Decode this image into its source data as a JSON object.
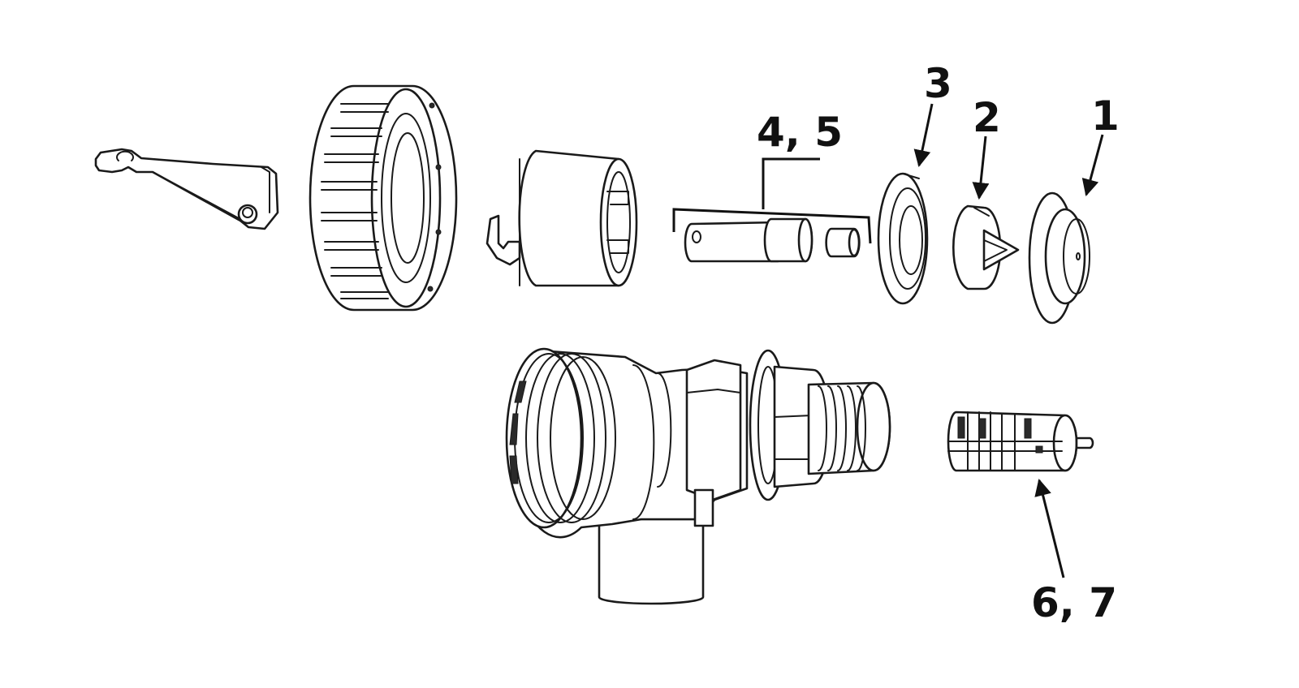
{
  "labels": {
    "part_1": "1",
    "part_2": "2",
    "part_3": "3",
    "parts_4_5": "4, 5",
    "parts_6_7": "6, 7"
  },
  "colors": {
    "line": "#1a1a1a",
    "background": "#ffffff",
    "fill": "#ffffff"
  }
}
